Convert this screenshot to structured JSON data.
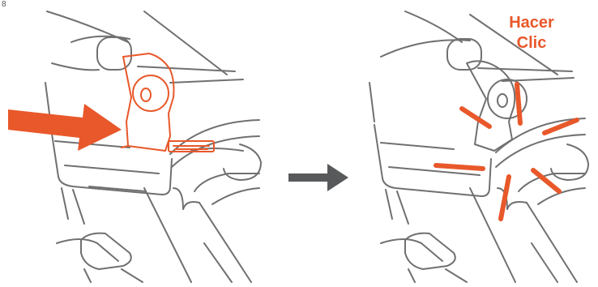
{
  "step_number": "8",
  "label": {
    "line1": "Hacer",
    "line2": "Clic"
  },
  "colors": {
    "accent": "#e8582a",
    "line": "#707070",
    "arrow": "#58595b"
  },
  "icons": {
    "push_arrow": "push-arrow-icon",
    "next_arrow": "next-step-arrow-icon",
    "click_burst": "click-burst-icon"
  }
}
